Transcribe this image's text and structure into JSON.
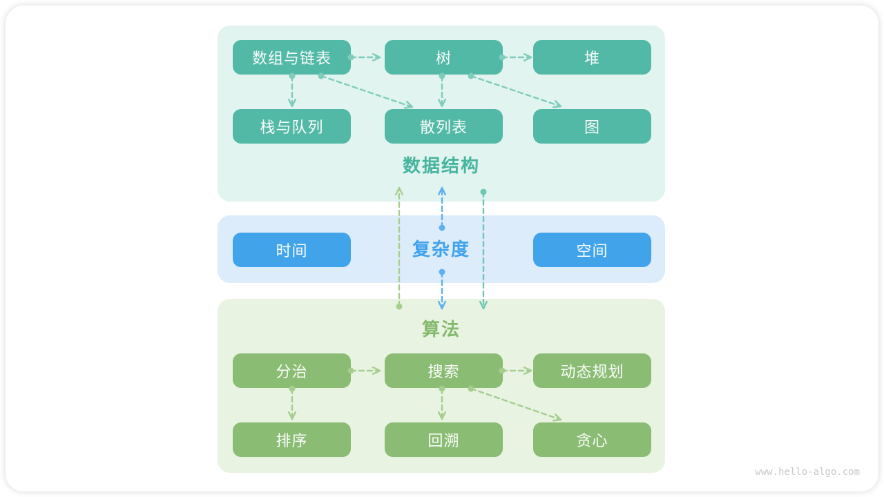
{
  "watermark": "www.hello-algo.com",
  "colors": {
    "teal": "#52b9a6",
    "teal_light": "#e2f4ef",
    "teal_label": "#47b49e",
    "teal_arrow": "#7fccbb",
    "teal_cross_arrow": "#6fc6b3",
    "blue": "#41a4ea",
    "blue_light": "#ddecfa",
    "blue_label": "#3fa2ee",
    "blue_arrow": "#5fb0f0",
    "green": "#8abc74",
    "green_light": "#e8f3e2",
    "green_label": "#83b96c",
    "green_arrow": "#a5cd8e",
    "green_cross_arrow": "#a6cf8f"
  },
  "sections": {
    "data_structures": {
      "label": "数据结构",
      "nodes": {
        "array_list": "数组与链表",
        "tree": "树",
        "heap": "堆",
        "stack_queue": "栈与队列",
        "hash": "散列表",
        "graph": "图"
      }
    },
    "complexity": {
      "label": "复杂度",
      "nodes": {
        "time": "时间",
        "space": "空间"
      }
    },
    "algorithms": {
      "label": "算法",
      "nodes": {
        "divide": "分治",
        "search": "搜索",
        "dp": "动态规划",
        "sort": "排序",
        "backtrack": "回溯",
        "greedy": "贪心"
      }
    }
  },
  "connections": [
    {
      "id": "a1",
      "from": "array_list",
      "to": "tree",
      "color": "teal_arrow"
    },
    {
      "id": "a2",
      "from": "tree",
      "to": "heap",
      "color": "teal_arrow"
    },
    {
      "id": "a3",
      "from": "array_list",
      "to": "stack_queue",
      "color": "teal_arrow"
    },
    {
      "id": "a4",
      "from": "array_list",
      "to": "hash",
      "color": "teal_arrow"
    },
    {
      "id": "a5",
      "from": "tree",
      "to": "hash",
      "color": "teal_arrow"
    },
    {
      "id": "a6",
      "from": "tree",
      "to": "graph",
      "color": "teal_arrow"
    },
    {
      "id": "a7",
      "from": "algorithms",
      "to": "data_structures",
      "color": "green_cross_arrow"
    },
    {
      "id": "a8",
      "from": "complexity",
      "to": "data_structures",
      "color": "blue_arrow"
    },
    {
      "id": "a9",
      "from": "complexity",
      "to": "algorithms",
      "color": "blue_arrow"
    },
    {
      "id": "a10",
      "from": "data_structures",
      "to": "algorithms",
      "color": "teal_cross_arrow"
    },
    {
      "id": "a11",
      "from": "divide",
      "to": "search",
      "color": "green_arrow"
    },
    {
      "id": "a12",
      "from": "search",
      "to": "dp",
      "color": "green_arrow"
    },
    {
      "id": "a13",
      "from": "divide",
      "to": "sort",
      "color": "green_arrow"
    },
    {
      "id": "a14",
      "from": "search",
      "to": "backtrack",
      "color": "green_arrow"
    },
    {
      "id": "a15",
      "from": "search",
      "to": "greedy",
      "color": "green_arrow"
    }
  ]
}
